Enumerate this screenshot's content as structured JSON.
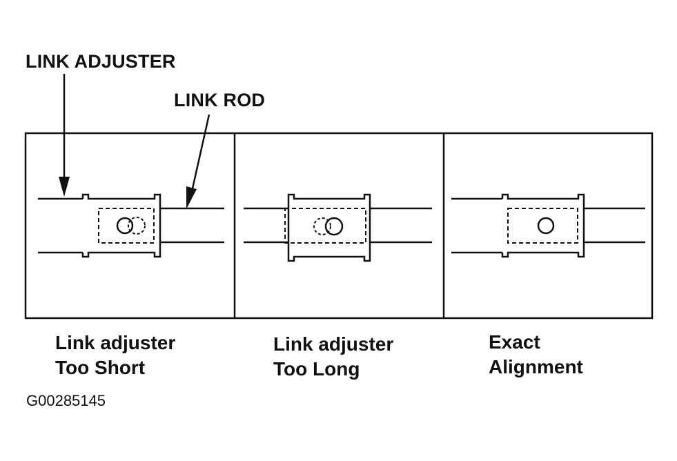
{
  "callouts": {
    "link_adjuster": "LINK ADJUSTER",
    "link_rod": "LINK ROD"
  },
  "panels": [
    {
      "caption_line1": "Link adjuster",
      "caption_line2": "Too Short"
    },
    {
      "caption_line1": "Link adjuster",
      "caption_line2": "Too Long"
    },
    {
      "caption_line1": "Exact",
      "caption_line2": "Alignment"
    }
  ],
  "figure_code": "G00285145"
}
